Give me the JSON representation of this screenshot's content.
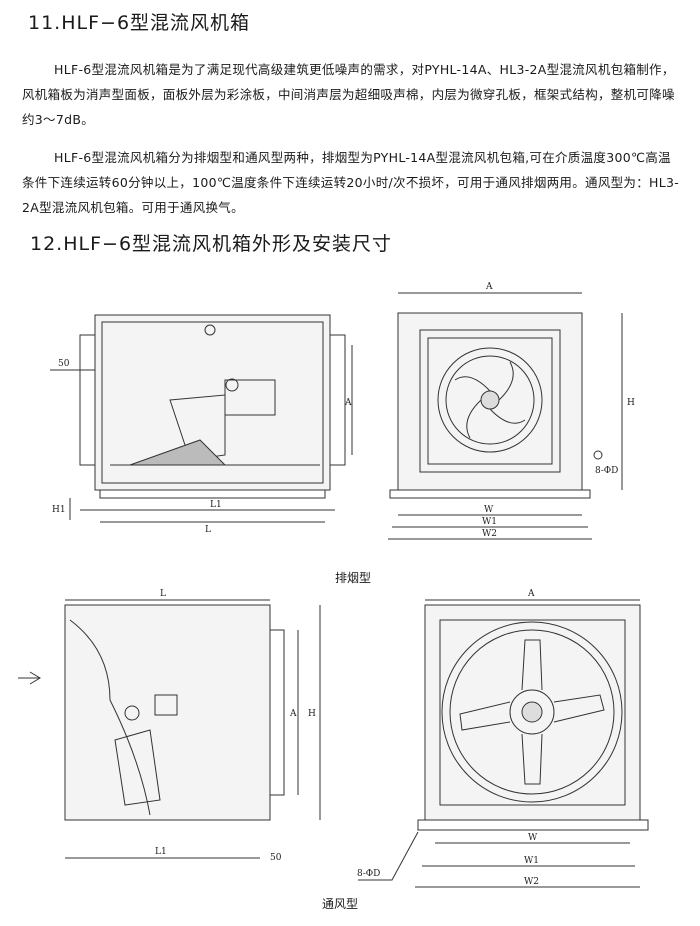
{
  "section11": {
    "title": "11.HLF−6型混流风机箱",
    "paragraphs": [
      "HLF-6型混流风机箱是为了满足现代高级建筑更低噪声的需求，对PYHL-14A、HL3-2A型混流风机包箱制作，风机箱板为消声型面板，面板外层为彩涂板，中间消声层为超细吸声棉，内层为微穿孔板，框架式结构，整机可降噪约3～7dB。",
      "HLF-6型混流风机箱分为排烟型和通风型两种，排烟型为PYHL-14A型混流风机包箱,可在介质温度300℃高温条件下连续运转60分钟以上，100℃温度条件下连续运转20小时/次不损坏，可用于通风排烟两用。通风型为：HL3-2A型混流风机包箱。可用于通风换气。"
    ]
  },
  "section12": {
    "title": "12.HLF−6型混流风机箱外形及安装尺寸"
  },
  "figures": {
    "exhaust": {
      "caption": "排烟型",
      "labels": {
        "dim50": "50",
        "A_side": "A",
        "H1": "H1",
        "L1": "L1",
        "L": "L",
        "A": "A",
        "H": "H",
        "holes": "8-ΦD",
        "W": "W",
        "W1": "W1",
        "W2": "W2"
      }
    },
    "ventilation": {
      "caption": "通风型",
      "labels": {
        "L": "L",
        "A_side": "A",
        "H_side": "H",
        "L1": "L1",
        "dim50": "50",
        "A": "A",
        "holes": "8-ΦD",
        "W": "W",
        "W1": "W1",
        "W2": "W2"
      }
    }
  }
}
